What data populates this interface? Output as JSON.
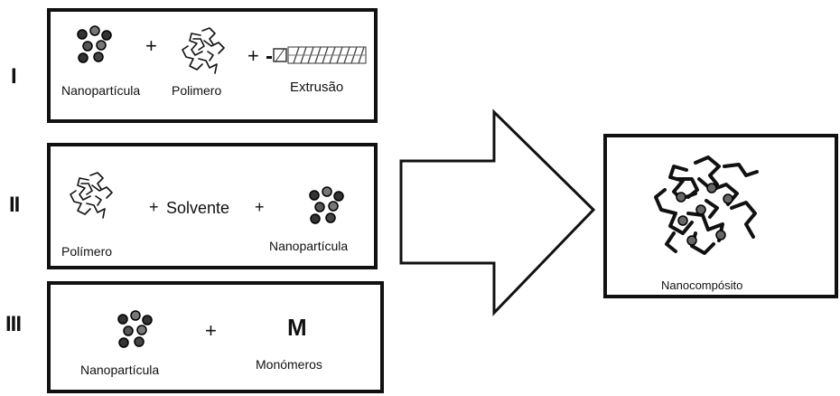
{
  "rows": [
    {
      "numeral": "I",
      "labels": {
        "nanoparticle": "Nanopartícula",
        "polymer": "Polimero",
        "process": "Extrusão"
      },
      "plus": "+"
    },
    {
      "numeral": "II",
      "labels": {
        "polymer": "Polímero",
        "solvent": "Solvente",
        "nanoparticle": "Nanopartícula"
      },
      "plus": "+"
    },
    {
      "numeral": "III",
      "labels": {
        "nanoparticle": "Nanopartícula",
        "monomer_symbol": "M",
        "monomer": "Monómeros"
      },
      "plus": "+"
    }
  ],
  "result": {
    "label": "Nanocompósito"
  },
  "icons": [
    "nanoparticle-cluster-icon",
    "polymer-chain-icon",
    "extrusion-screw-icon",
    "nanocomposite-icon",
    "process-arrow"
  ]
}
